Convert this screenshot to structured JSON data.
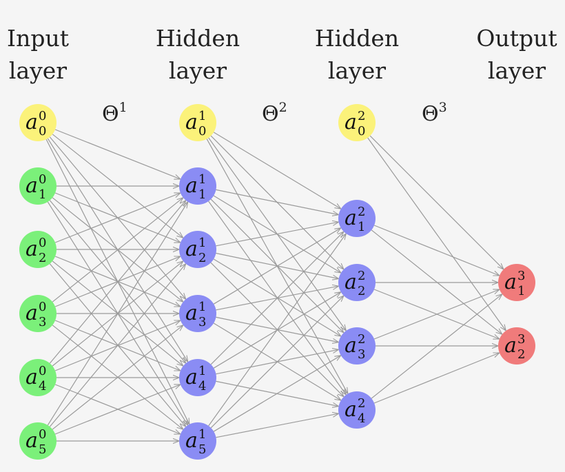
{
  "colors": {
    "bias": "#fbf27a",
    "input": "#7bf07a",
    "hidden": "#8a8cf4",
    "output": "#f07b7b",
    "edge": "#9a9a9a",
    "background": "#f5f5f5"
  },
  "layers": [
    {
      "title_line1": "Input",
      "title_line2": "layer",
      "role": "input",
      "nodes": [
        {
          "var": "a",
          "sup": "0",
          "sub": "0",
          "kind": "bias"
        },
        {
          "var": "a",
          "sup": "0",
          "sub": "1",
          "kind": "input"
        },
        {
          "var": "a",
          "sup": "0",
          "sub": "2",
          "kind": "input"
        },
        {
          "var": "a",
          "sup": "0",
          "sub": "3",
          "kind": "input"
        },
        {
          "var": "a",
          "sup": "0",
          "sub": "4",
          "kind": "input"
        },
        {
          "var": "a",
          "sup": "0",
          "sub": "5",
          "kind": "input"
        }
      ]
    },
    {
      "title_line1": "Hidden",
      "title_line2": "layer",
      "role": "hidden",
      "nodes": [
        {
          "var": "a",
          "sup": "1",
          "sub": "0",
          "kind": "bias"
        },
        {
          "var": "a",
          "sup": "1",
          "sub": "1",
          "kind": "hidden"
        },
        {
          "var": "a",
          "sup": "1",
          "sub": "2",
          "kind": "hidden"
        },
        {
          "var": "a",
          "sup": "1",
          "sub": "3",
          "kind": "hidden"
        },
        {
          "var": "a",
          "sup": "1",
          "sub": "4",
          "kind": "hidden"
        },
        {
          "var": "a",
          "sup": "1",
          "sub": "5",
          "kind": "hidden"
        }
      ]
    },
    {
      "title_line1": "Hidden",
      "title_line2": "layer",
      "role": "hidden",
      "nodes": [
        {
          "var": "a",
          "sup": "2",
          "sub": "0",
          "kind": "bias"
        },
        {
          "var": "a",
          "sup": "2",
          "sub": "1",
          "kind": "hidden"
        },
        {
          "var": "a",
          "sup": "2",
          "sub": "2",
          "kind": "hidden"
        },
        {
          "var": "a",
          "sup": "2",
          "sub": "3",
          "kind": "hidden"
        },
        {
          "var": "a",
          "sup": "2",
          "sub": "4",
          "kind": "hidden"
        }
      ]
    },
    {
      "title_line1": "Output",
      "title_line2": "layer",
      "role": "output",
      "nodes": [
        {
          "var": "a",
          "sup": "3",
          "sub": "1",
          "kind": "output"
        },
        {
          "var": "a",
          "sup": "3",
          "sub": "2",
          "kind": "output"
        }
      ]
    }
  ],
  "weights": [
    {
      "symbol": "Θ",
      "sup": "1"
    },
    {
      "symbol": "Θ",
      "sup": "2"
    },
    {
      "symbol": "Θ",
      "sup": "3"
    }
  ]
}
